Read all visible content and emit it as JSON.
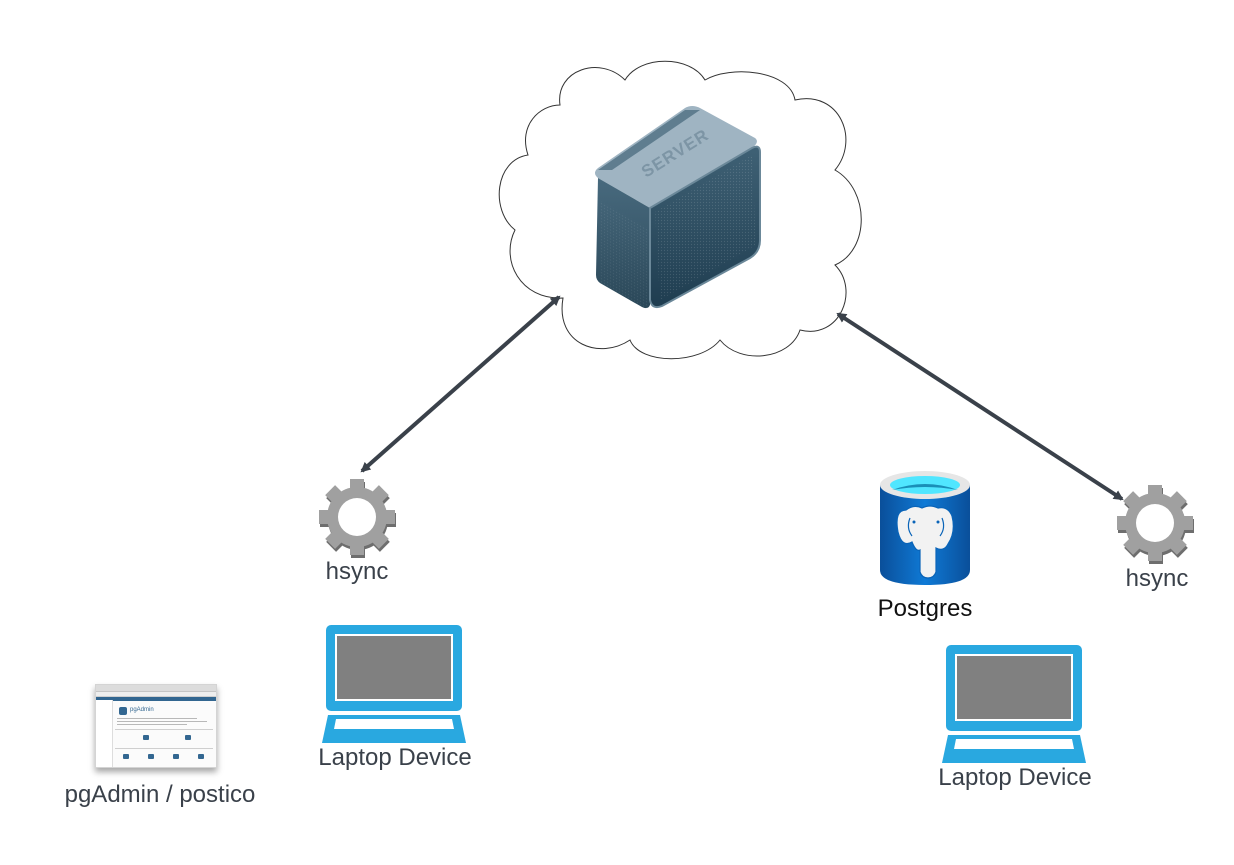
{
  "diagram": {
    "title": "hsync architecture",
    "colors": {
      "arrow": "#3a414a",
      "cloud_stroke": "#333333",
      "gear": "#9e9e9e",
      "gear_shadow": "#6e6e6e",
      "laptop": "#29a8e0",
      "laptop_screen": "#808080",
      "postgres_blue": "#0a64b8",
      "postgres_top": "#50e6ff",
      "server_dark": "#2d4a5e",
      "server_light": "#9fb4c2",
      "text": "#3a414a"
    },
    "nodes": {
      "cloud": {
        "label": ""
      },
      "server": {
        "label": "SERVER"
      },
      "left_hsync": {
        "label": "hsync"
      },
      "left_laptop": {
        "label": "Laptop Device"
      },
      "pgadmin": {
        "label": "pgAdmin / postico",
        "brand": "pgAdmin"
      },
      "postgres": {
        "label": "Postgres"
      },
      "right_hsync": {
        "label": "hsync"
      },
      "right_laptop": {
        "label": "Laptop Device"
      }
    },
    "edges": [
      {
        "from": "left_hsync",
        "to": "cloud",
        "type": "bidirectional"
      },
      {
        "from": "right_hsync",
        "to": "cloud",
        "type": "bidirectional"
      }
    ]
  }
}
